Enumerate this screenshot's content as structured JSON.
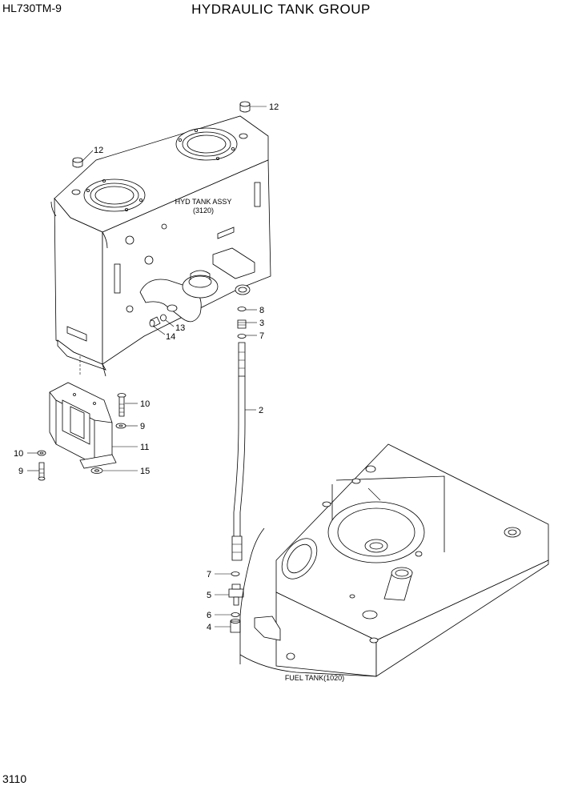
{
  "header": {
    "model": "HL730TM-9",
    "title": "HYDRAULIC TANK GROUP"
  },
  "footer": {
    "page_number": "3110"
  },
  "assemblies": {
    "hyd_tank_name": "HYD TANK ASSY",
    "hyd_tank_ref": "(3120)",
    "fuel_tank": "FUEL TANK(1020)"
  },
  "callouts": {
    "c12a": "12",
    "c12b": "12",
    "c8": "8",
    "c3": "3",
    "c7a": "7",
    "c13": "13",
    "c14": "14",
    "c2": "2",
    "c10a": "10",
    "c9a": "9",
    "c11": "11",
    "c10b": "10",
    "c9b": "9",
    "c15": "15",
    "c7b": "7",
    "c5": "5",
    "c6": "6",
    "c4": "4"
  }
}
